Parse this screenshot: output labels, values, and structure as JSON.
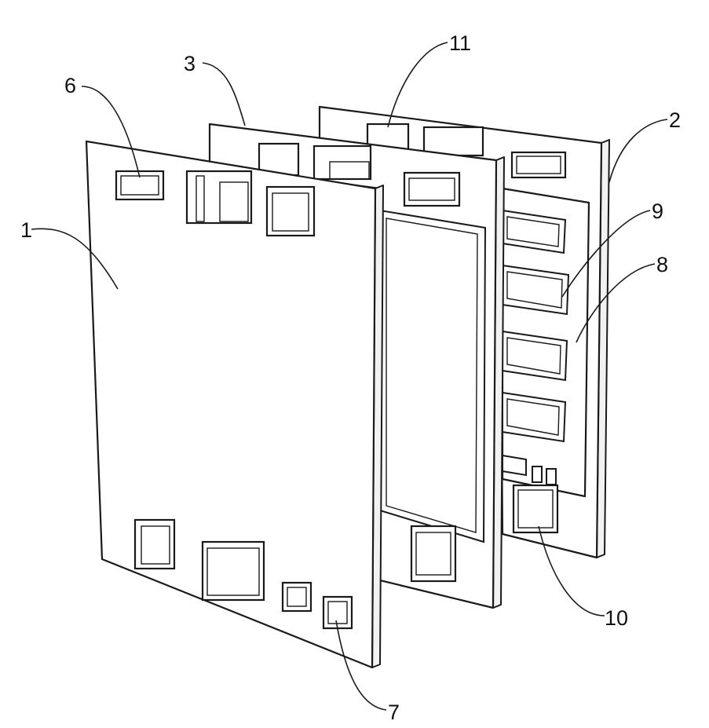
{
  "labels": {
    "l1": "1",
    "l2": "2",
    "l3": "3",
    "l6": "6",
    "l7": "7",
    "l8": "8",
    "l9": "9",
    "l10": "10",
    "l11": "11"
  }
}
